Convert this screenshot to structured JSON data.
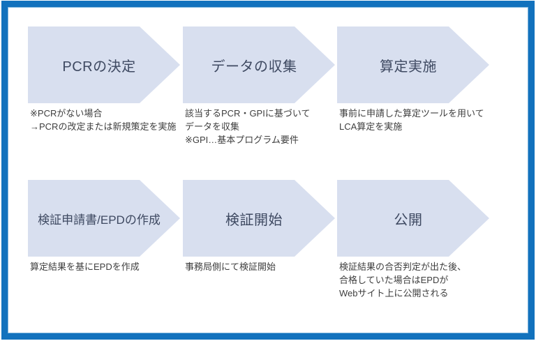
{
  "diagram": {
    "kind": "process-flow",
    "language": "ja"
  },
  "colors": {
    "frame_border": "#1272bd",
    "arrow_fill": "#d8dfef",
    "title_text": "#3e4961",
    "note_text": "#3e3e3e",
    "background": "#ffffff"
  },
  "steps": [
    {
      "title": "PCRの決定",
      "note_lines": [
        "※PCRがない場合",
        "→PCRの改定または新規策定を実施"
      ]
    },
    {
      "title": "データの収集",
      "note_lines": [
        "該当するPCR・GPIに基づいて",
        "データを収集",
        "※GPI…基本プログラム要件"
      ]
    },
    {
      "title": "算定実施",
      "note_lines": [
        "事前に申請した算定ツールを用いて",
        "LCA算定を実施"
      ]
    },
    {
      "title": "検証申請書/EPDの作成",
      "note_lines": [
        "算定結果を基にEPDを作成"
      ]
    },
    {
      "title": "検証開始",
      "note_lines": [
        "事務局側にて検証開始"
      ]
    },
    {
      "title": "公開",
      "note_lines": [
        "検証結果の合否判定が出た後、",
        "合格していた場合はEPDが",
        "Webサイト上に公開される"
      ]
    }
  ]
}
